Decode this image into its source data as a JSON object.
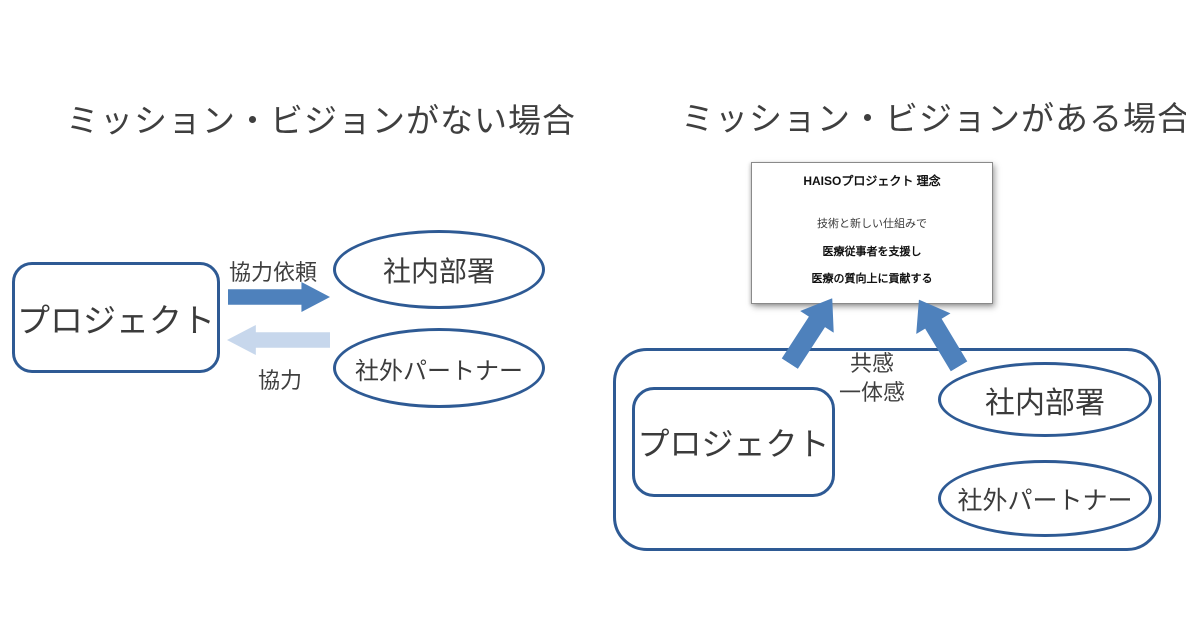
{
  "left_panel": {
    "title": "ミッション・ビジョンがない場合",
    "project_box_label": "プロジェクト",
    "request_arrow_label": "協力依頼",
    "cooperation_arrow_label": "協力",
    "internal_dept_label": "社内部署",
    "external_partner_label": "社外パートナー"
  },
  "right_panel": {
    "title": "ミッション・ビジョンがある場合",
    "mission_box": {
      "title": "HAISOプロジェクト 理念",
      "line1": "技術と新しい仕組みで",
      "line2": "医療従事者を支援し",
      "line3": "医療の質向上に貢献する"
    },
    "empathy_label_line1": "共感",
    "empathy_label_line2": "一体感",
    "project_box_label": "プロジェクト",
    "internal_dept_label": "社内部署",
    "external_partner_label": "社外パートナー"
  },
  "colors": {
    "shape_border_blue": "#2e5a94",
    "arrow_dark_blue": "#4e81bc",
    "arrow_light_blue": "#c7d7ec",
    "text_dark_gray": "#3d3d3d"
  }
}
